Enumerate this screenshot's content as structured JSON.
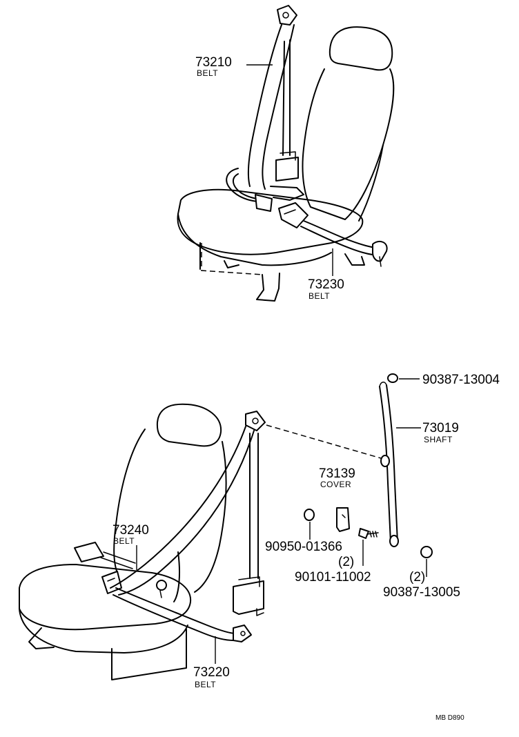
{
  "upper_assembly": {
    "belt_73210": {
      "number": "73210",
      "name": "BELT"
    },
    "belt_73230": {
      "number": "73230",
      "name": "BELT"
    }
  },
  "lower_assembly": {
    "belt_73240": {
      "number": "73240",
      "name": "BELT"
    },
    "belt_73220": {
      "number": "73220",
      "name": "BELT"
    },
    "cover_73139": {
      "number": "73139",
      "name": "COVER"
    },
    "shaft_73019": {
      "number": "73019",
      "name": "SHAFT"
    },
    "nut_90387_13004": {
      "number": "90387-13004"
    },
    "part_90950_01366": {
      "number": "90950-01366",
      "qty": "(2)"
    },
    "bolt_90101_11002": {
      "number": "90101-11002",
      "qty": "(2)"
    },
    "nut_90387_13005": {
      "number": "90387-13005"
    }
  },
  "ref_code": "MB D890"
}
